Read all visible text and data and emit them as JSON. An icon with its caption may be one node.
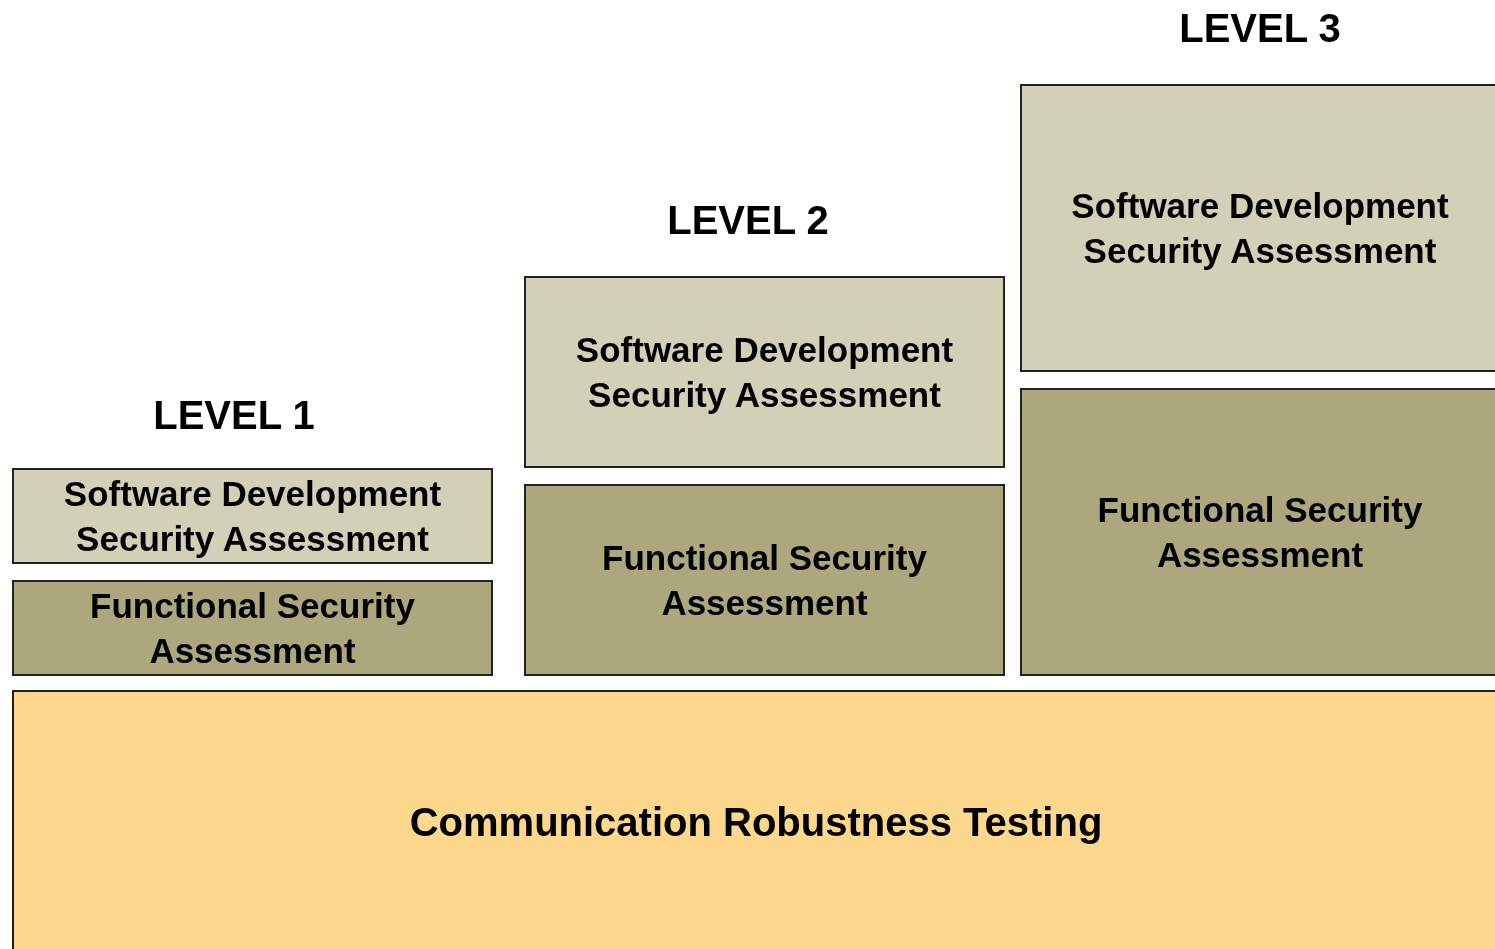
{
  "diagram": {
    "nodes": [
      {
        "text": [
          "Software Development Security Assessment"
        ]
      },
      {
        "text": [
          "Functional Security Assessment"
        ]
      },
      {
        "text": [
          "Software Development Security Assessment"
        ]
      },
      {
        "text": [
          "Functional Security Assessment"
        ]
      },
      {
        "text": [
          "Software Development Security Assessment"
        ]
      },
      {
        "text": [
          "Functional Security Assessment"
        ]
      },
      {
        "text": [
          "Communication Robustness Testing"
        ]
      }
    ],
    "labels": [
      "LEVEL 1",
      "LEVEL 2",
      "LEVEL 3"
    ]
  }
}
